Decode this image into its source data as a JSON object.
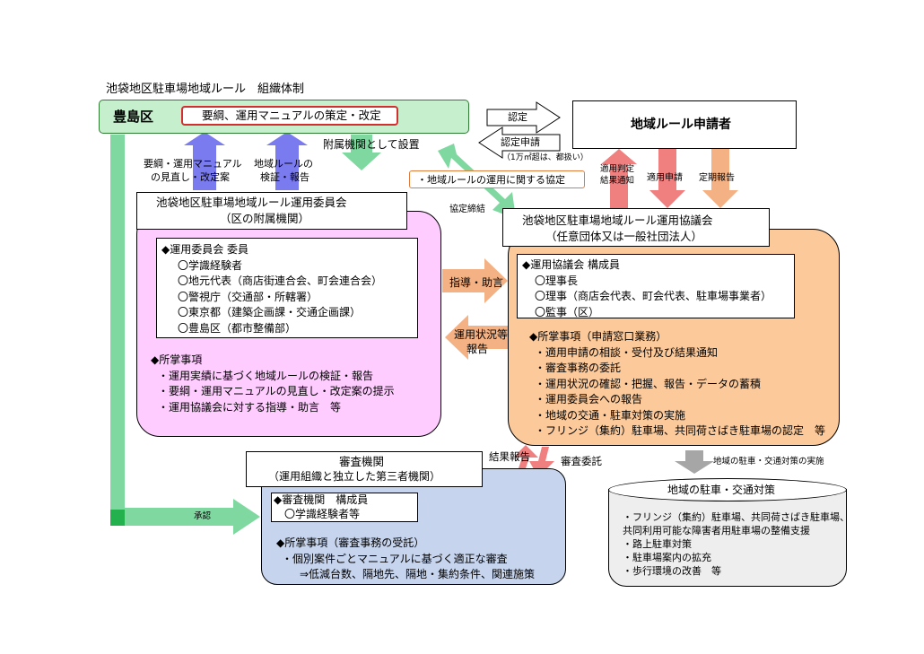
{
  "title": "池袋地区駐車場地域ルール　組織体制",
  "ward": {
    "name": "豊島区",
    "task": "要綱、運用マニュアルの策定・改定"
  },
  "applicant": {
    "name": "地域ルール申請者"
  },
  "arrows": {
    "ninte": "認定",
    "ninte_shinsei": "認定申請",
    "ninte_note": "（1万㎡超は、都扱い）",
    "review_1": "要綱・運用マニュアル",
    "review_2": "の見直し・改定案",
    "verify_1": "地域ルールの",
    "verify_2": "検証・報告",
    "affiliated": "附属機関として設置",
    "agreement": "・地域ルールの運用に関する協定",
    "agreement_signed": "協定締結",
    "result_notice_1": "適用判定",
    "result_notice_2": "結果通知",
    "apply": "適用申請",
    "periodic": "定期報告",
    "guidance": "指導・助言",
    "status_report_1": "運用状況等",
    "status_report_2": "報告",
    "result_report": "結果報告",
    "review_delegate": "審査委託",
    "implement": "地域の駐車・交通対策の実施",
    "approval": "承認"
  },
  "committee": {
    "title_1": "池袋地区駐車場地域ルール運用委員会",
    "title_2": "（区の附属機関）",
    "members_title": "◆運用委員会 委員",
    "members": [
      "〇学識経験者",
      "〇地元代表（商店街連合会、町会連合会）",
      "〇警視庁（交通部・所轄署）",
      "〇東京都（建築企画課・交通企画課）",
      "〇豊島区（都市整備部）"
    ],
    "duties_title": "◆所掌事項",
    "duties": [
      "・運用実績に基づく地域ルールの検証・報告",
      "・要綱・運用マニュアルの見直し・改定案の提示",
      "・運用協議会に対する指導・助言　等"
    ]
  },
  "council": {
    "title_1": "池袋地区駐車場地域ルール運用協議会",
    "title_2": "（任意団体又は一般社団法人）",
    "members_title": "◆運用協議会 構成員",
    "members": [
      "〇理事長",
      "〇理事（商店会代表、町会代表、駐車場事業者）",
      "〇監事（区）"
    ],
    "duties_title": "◆所掌事項（申請窓口業務）",
    "duties": [
      "・適用申請の相談・受付及び結果通知",
      "・審査事務の委託",
      "・運用状況の確認・把握、報告・データの蓄積",
      "・運用委員会への報告",
      "・地域の交通・駐車対策の実施",
      "・フリンジ（集約）駐車場、共同荷さばき駐車場の認定　等"
    ]
  },
  "review_body": {
    "title_1": "審査機関",
    "title_2": "（運用組織と独立した第三者機関）",
    "members_title": "◆審査機関　構成員",
    "members": [
      "〇学識経験者等"
    ],
    "duties_title": "◆所掌事項（審査事務の受託）",
    "duties": [
      "・個別案件ごとマニュアルに基づく適正な審査",
      "⇒低減台数、隔地先、隔地・集約条件、関連施策"
    ]
  },
  "measures": {
    "title": "地域の駐車・交通対策",
    "items": [
      "・フリンジ（集約）駐車場、共同荷さばき駐車場、",
      "共同利用可能な障害者用駐車場の整備支援",
      "・路上駐車対策",
      "・駐車場案内の拡充",
      "・歩行環境の改善　等"
    ]
  },
  "colors": {
    "ward_fill": "#c6efce",
    "green_arrow": "#7fd8a0",
    "blue_arrow": "#7b7bf0",
    "red_arrow": "#f08080",
    "orange_arrow": "#f4b183",
    "committee_fill": "#ffccff",
    "council_fill": "#fbc99a",
    "review_fill": "#c6d4ee",
    "measures_fill": "#eeeeee"
  }
}
